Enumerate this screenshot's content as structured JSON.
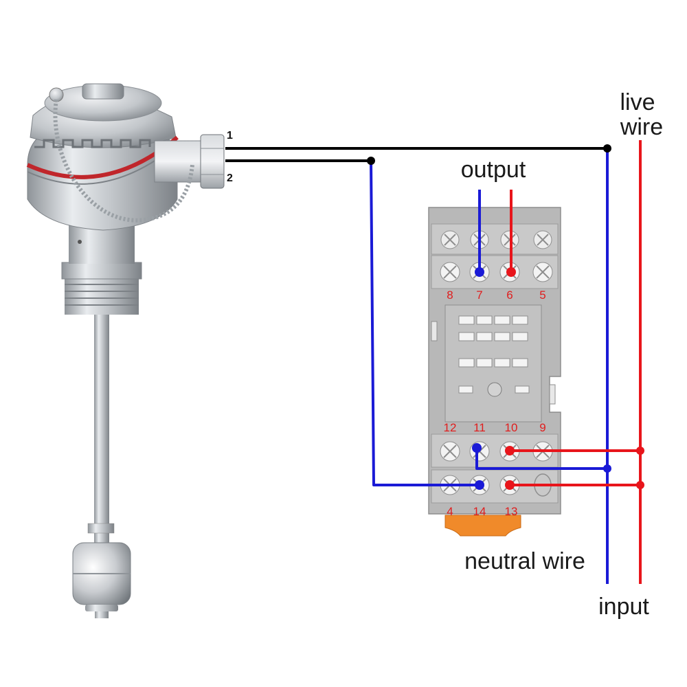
{
  "labels": {
    "live_wire_line1": "live",
    "live_wire_line2": "wire",
    "output": "output",
    "neutral_wire": "neutral wire",
    "input": "input"
  },
  "sensor": {
    "wire_1": "1",
    "wire_2": "2"
  },
  "relay_base": {
    "top_terminals": [
      "8",
      "7",
      "6",
      "5"
    ],
    "bottom_terminals_row1": [
      "12",
      "11",
      "10",
      "9"
    ],
    "bottom_terminals_row2": [
      "4",
      "14",
      "13"
    ]
  },
  "colors": {
    "live": "#e8151b",
    "neutral": "#1a1ad6",
    "signal": "#000000",
    "relay_base": "#b8b8b8",
    "terminal_label": "#e01d1d",
    "clip": "#f08a2a"
  }
}
